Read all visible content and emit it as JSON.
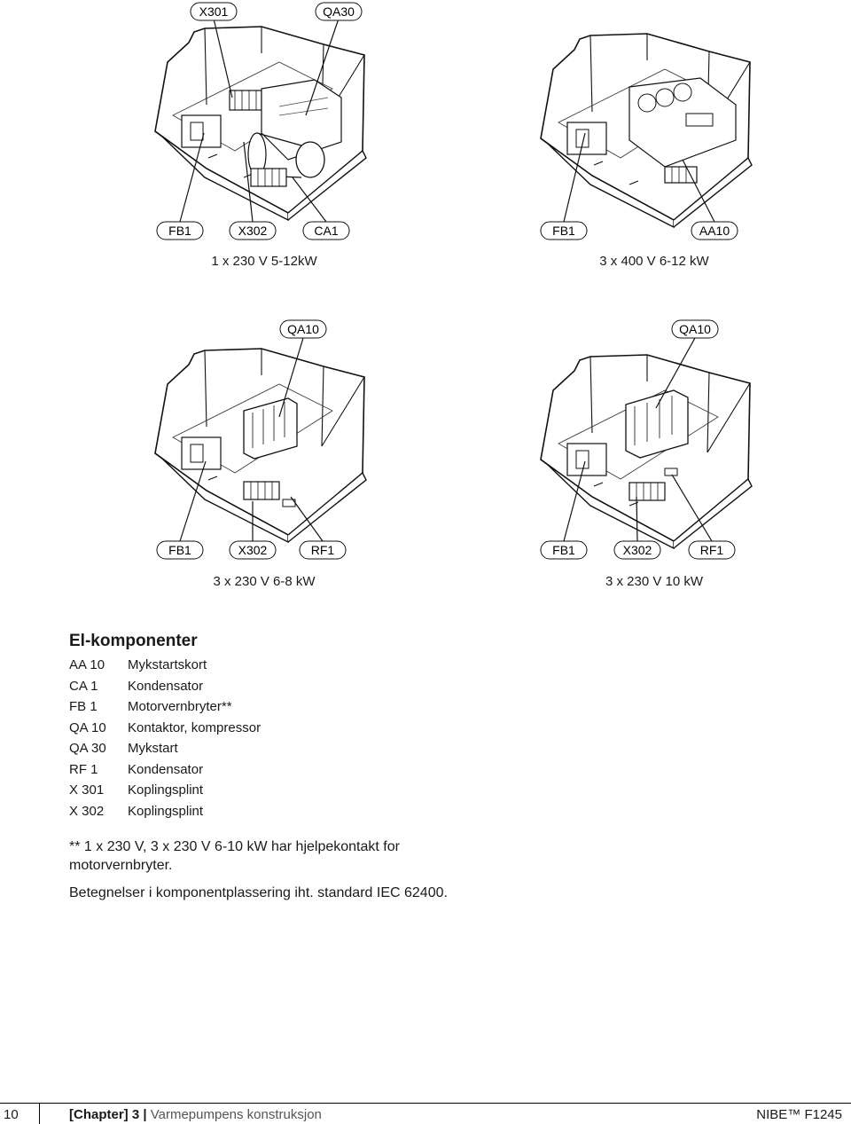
{
  "figures": [
    {
      "caption": "1 x 230 V 5-12kW",
      "top_labels": [
        "X301",
        "QA30"
      ],
      "bottom_labels": [
        "FB1",
        "X302",
        "CA1"
      ]
    },
    {
      "caption": "3 x 400 V 6-12 kW",
      "top_labels": [],
      "bottom_labels": [
        "FB1",
        "AA10"
      ]
    },
    {
      "caption": "3 x 230 V 6-8 kW",
      "top_labels": [
        "QA10"
      ],
      "bottom_labels": [
        "FB1",
        "X302",
        "RF1"
      ]
    },
    {
      "caption": "3 x 230 V 10 kW",
      "top_labels": [
        "QA10"
      ],
      "bottom_labels": [
        "FB1",
        "X302",
        "RF1"
      ]
    }
  ],
  "legend": {
    "title": "El-komponenter",
    "items": [
      {
        "code": "AA 10",
        "desc": "Mykstartskort"
      },
      {
        "code": "CA 1",
        "desc": "Kondensator"
      },
      {
        "code": "FB 1",
        "desc": "Motorvernbryter**"
      },
      {
        "code": "QA 10",
        "desc": "Kontaktor, kompressor"
      },
      {
        "code": "QA 30",
        "desc": "Mykstart"
      },
      {
        "code": "RF 1",
        "desc": "Kondensator"
      },
      {
        "code": "X 301",
        "desc": "Koplingsplint"
      },
      {
        "code": "X 302",
        "desc": "Koplingsplint"
      }
    ]
  },
  "notes": [
    "** 1 x 230 V, 3 x 230 V 6-10 kW har hjelpekontakt for motorvernbryter.",
    "Betegnelser i komponentplassering iht. standard IEC 62400."
  ],
  "footer": {
    "page_number": "10",
    "chapter_prefix": "[Chapter]",
    "chapter_number": "3",
    "chapter_separator": "|",
    "chapter_title": "Varmepumpens konstruksjon",
    "brand": "NIBE™ F1245"
  }
}
